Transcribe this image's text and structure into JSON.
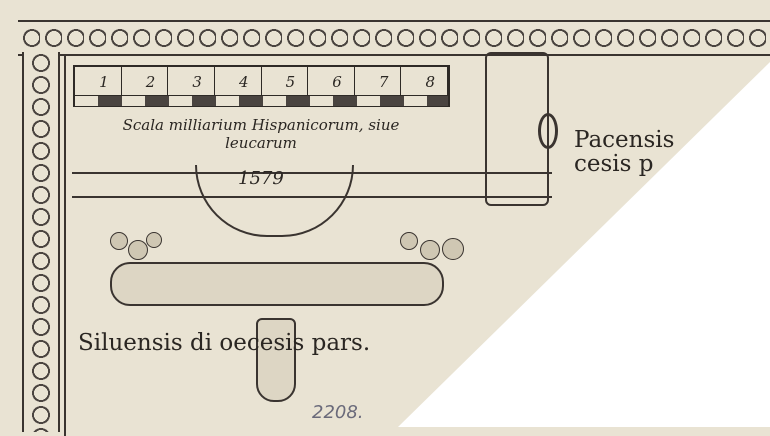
{
  "scale": {
    "ticks": [
      "1",
      "2",
      "3",
      "4",
      "5",
      "6",
      "7",
      "8"
    ],
    "caption_line1": "Scala milliarium Hispanicorum, siue",
    "caption_line2": "leucarum"
  },
  "year": "1579",
  "labels": {
    "pacensis": "Pacensis",
    "pacensis_line2": "cesis p",
    "siluensis": "Siluensis di  oecesis pars."
  },
  "handwritten_number": "2208."
}
